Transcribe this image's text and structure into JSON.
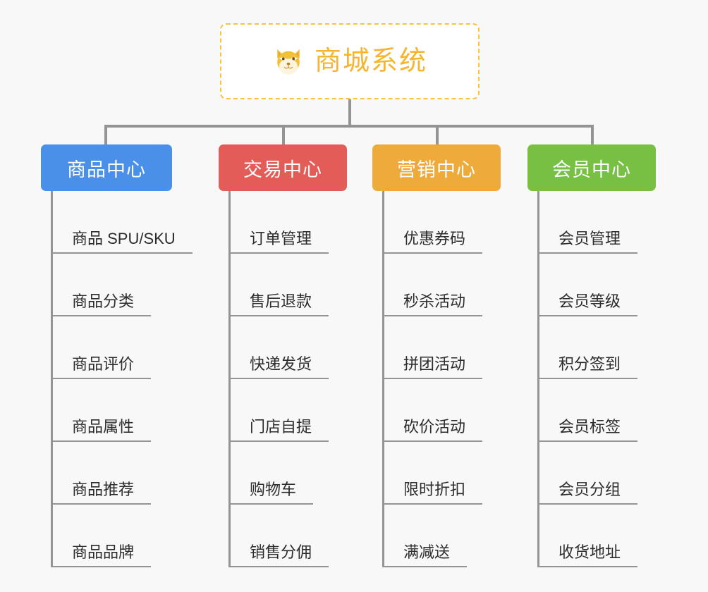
{
  "page": {
    "background_color": "#f8f8f8",
    "line_color": "#949494",
    "leaf_text_color": "#2c2c2c"
  },
  "root": {
    "title": "商城系统",
    "emoji_name": "shiba-dog-face-emoji",
    "border_color": "#f6c343",
    "title_color": "#f5b52e",
    "background_color": "#ffffff"
  },
  "branches": [
    {
      "label": "商品中心",
      "color": "#4a90e8",
      "leaves": [
        "商品 SPU/SKU",
        "商品分类",
        "商品评价",
        "商品属性",
        "商品推荐",
        "商品品牌"
      ]
    },
    {
      "label": "交易中心",
      "color": "#e45c58",
      "leaves": [
        "订单管理",
        "售后退款",
        "快递发货",
        "门店自提",
        "购物车",
        "销售分佣"
      ]
    },
    {
      "label": "营销中心",
      "color": "#eeab3c",
      "leaves": [
        "优惠券码",
        "秒杀活动",
        "拼团活动",
        "砍价活动",
        "限时折扣",
        "满减送"
      ]
    },
    {
      "label": "会员中心",
      "color": "#78c043",
      "leaves": [
        "会员管理",
        "会员等级",
        "积分签到",
        "会员标签",
        "会员分组",
        "收货地址"
      ]
    }
  ]
}
